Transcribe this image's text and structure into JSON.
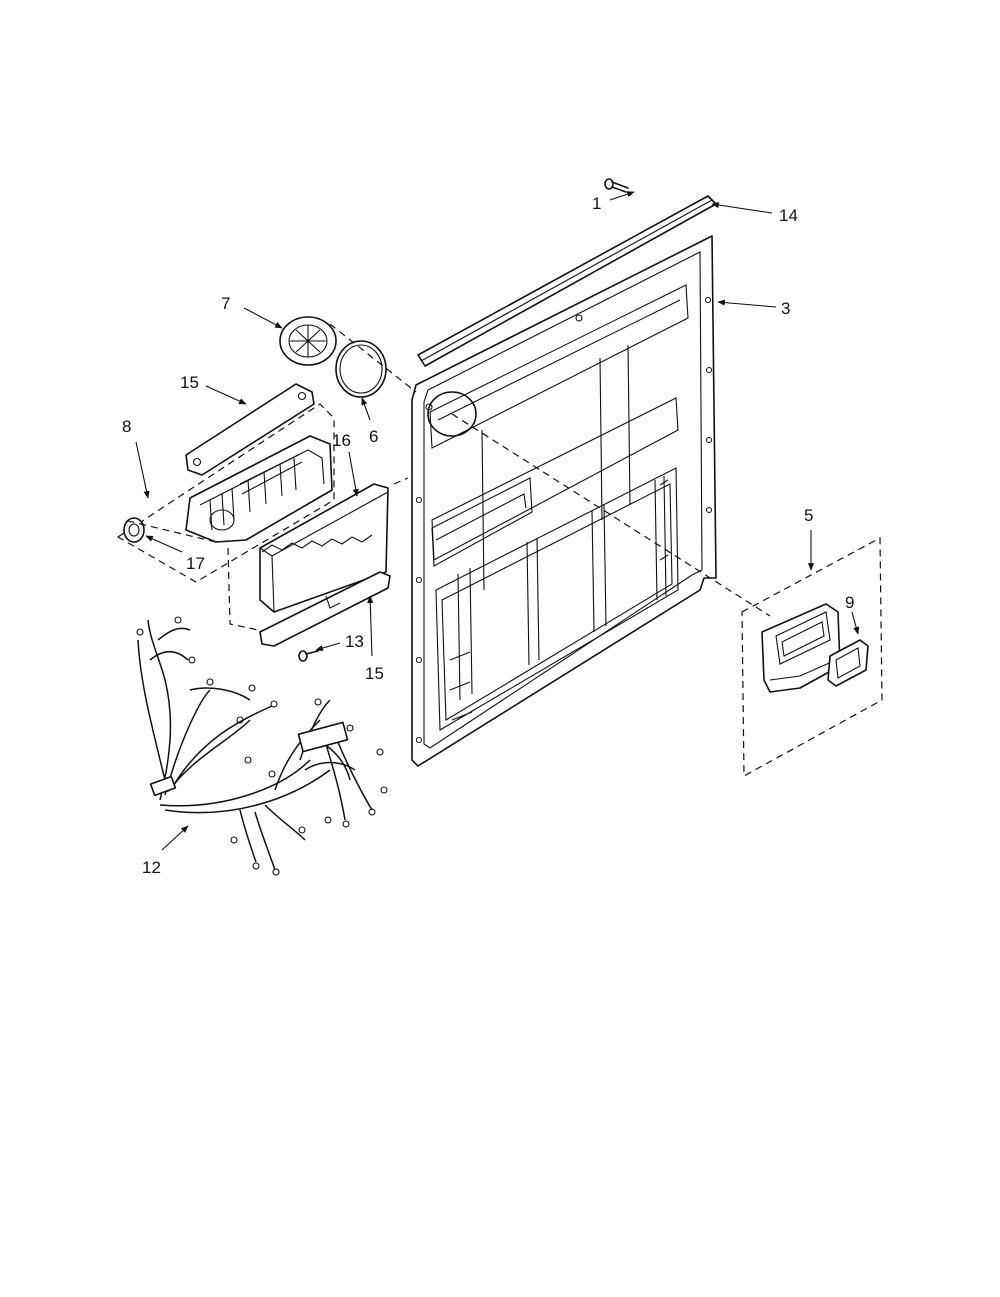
{
  "callouts": {
    "c1": "1",
    "c14": "14",
    "c3": "3",
    "c7": "7",
    "c6": "6",
    "c15a": "15",
    "c8": "8",
    "c16": "16",
    "c17": "17",
    "c13": "13",
    "c15b": "15",
    "c12": "12",
    "c5": "5",
    "c9": "9"
  }
}
